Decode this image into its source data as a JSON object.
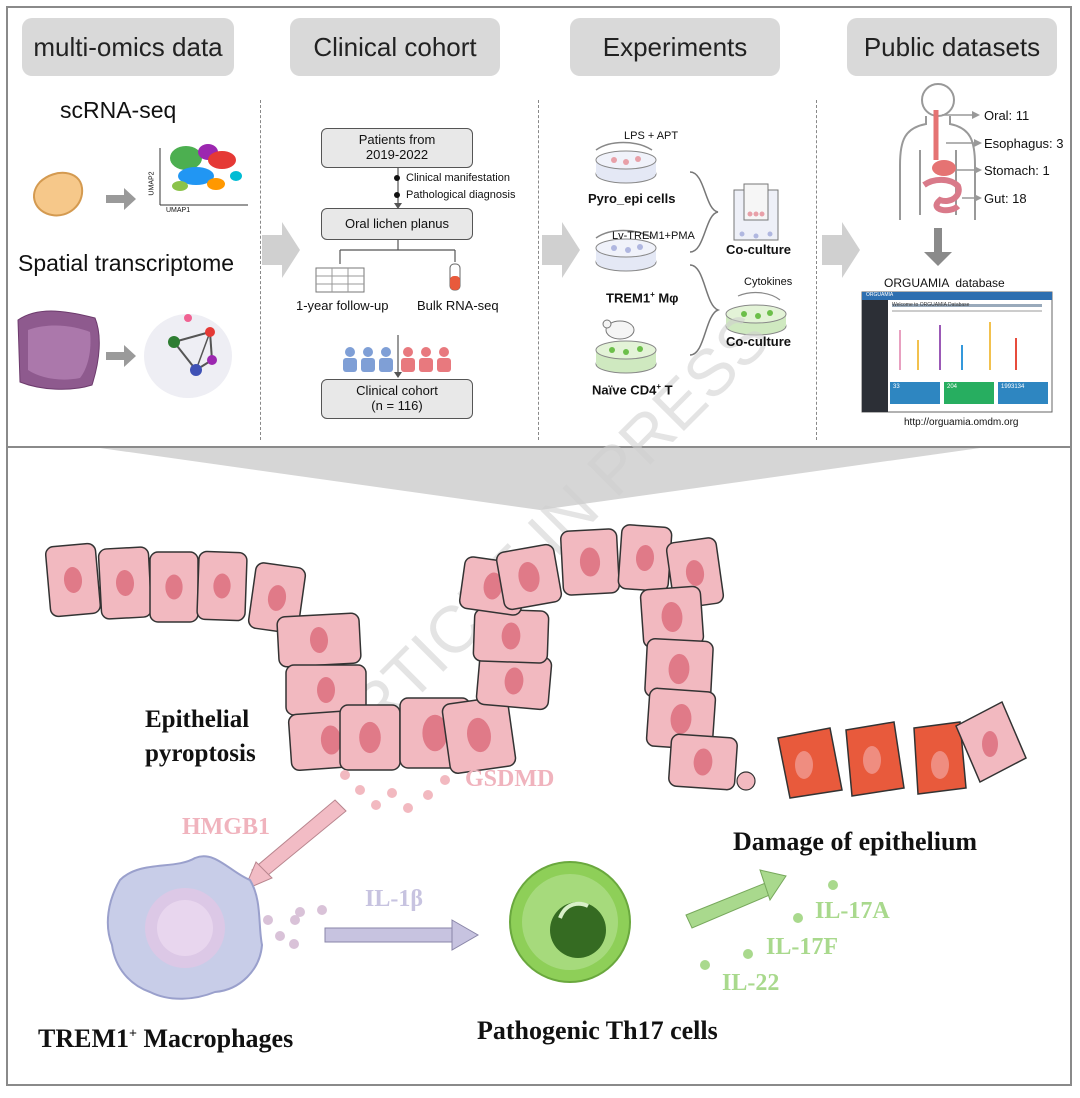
{
  "headers": [
    "multi-omics data",
    "Clinical cohort",
    "Experiments",
    "Public datasets"
  ],
  "omics": {
    "scrna": "scRNA-seq",
    "spatial": "Spatial transcriptome",
    "umap_x": "UMAP1",
    "umap_y": "UMAP2"
  },
  "cohort": {
    "patients": "Patients from\n2019-2022",
    "bullet1": "Clinical manifestation",
    "bullet2": "Pathological diagnosis",
    "olp": "Oral lichen planus",
    "followup": "1-year follow-up",
    "bulk": "Bulk RNA-seq",
    "clinical": "Clinical cohort\n(n = 116)"
  },
  "experiments": {
    "lps": "LPS + APT",
    "pyro": "Pyro_epi cells",
    "lv": "Lv-TREM1+PMA",
    "trem": "TREM1",
    "trem_sup": "+",
    "trem_tail": " Mφ",
    "naive": "Naïve CD4",
    "naive_sup": "+",
    "naive_tail": " T",
    "cytokines": "Cytokines",
    "coculture1": "Co-culture",
    "coculture2": "Co-culture"
  },
  "public": {
    "oral": "Oral: 11",
    "esophagus": "Esophagus: 3",
    "stomach": "Stomach: 1",
    "gut": "Gut: 18",
    "db": "ORGUAMIA  database",
    "url": "http://orguamia.omdm.org",
    "screen_title": "ORGUAMIA",
    "screen_welcome": "Welcome to ORGUAMIA Database",
    "screen_n1": "33",
    "screen_n2": "204",
    "screen_n3": "1993134"
  },
  "bottom": {
    "pyroptosis1": "Epithelial",
    "pyroptosis2": "pyroptosis",
    "gsdmd": "GSDMD",
    "hmgb1": "HMGB1",
    "il1b": "IL-1β",
    "damage": "Damage of epithelium",
    "il17a": "IL-17A",
    "il17f": "IL-17F",
    "il22": "IL-22",
    "macro": "TREM1",
    "macro_sup": "+",
    "macro_tail": " Macrophages",
    "th17": "Pathogenic Th17 cells"
  },
  "watermark": "ARTICLE IN PRESS",
  "colors": {
    "header_bg": "#d9d9d9",
    "cell_pink": "#f2b9c0",
    "nucleus": "#e07a88",
    "damage_red": "#e85a3c",
    "th17_green": "#8ecf58",
    "il_green": "#a9d98d",
    "hmgb1": "#f0b3bd",
    "il1b": "#c7c3e0",
    "macro": "#c7cce8"
  }
}
